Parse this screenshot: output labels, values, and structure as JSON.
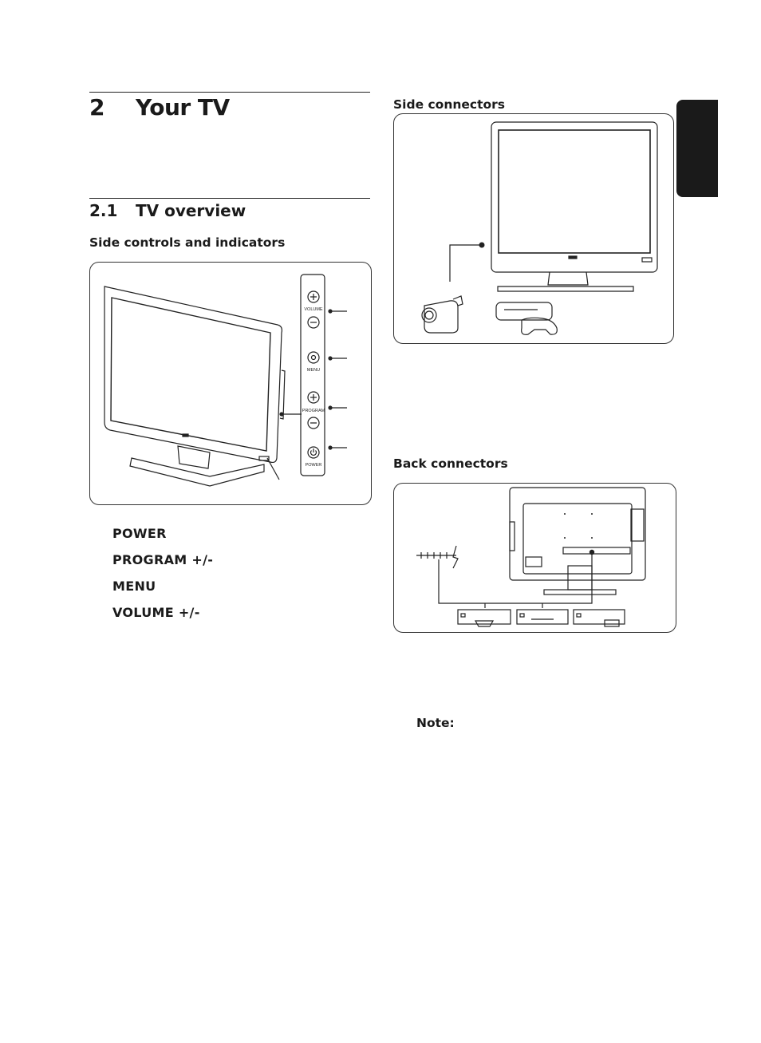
{
  "chapter": {
    "number": "2",
    "title": "Your TV"
  },
  "section": {
    "number": "2.1",
    "title": "TV overview"
  },
  "side_controls": {
    "heading": "Side controls and indicators",
    "panel_labels": {
      "volume": "VOLUME",
      "menu": "MENU",
      "program": "PROGRAM",
      "power": "POWER"
    },
    "legend": [
      "POWER",
      "PROGRAM +/-",
      "MENU",
      "VOLUME +/-"
    ]
  },
  "side_connectors": {
    "heading": "Side connectors"
  },
  "back_connectors": {
    "heading": "Back connectors"
  },
  "note": {
    "label": "Note:"
  }
}
